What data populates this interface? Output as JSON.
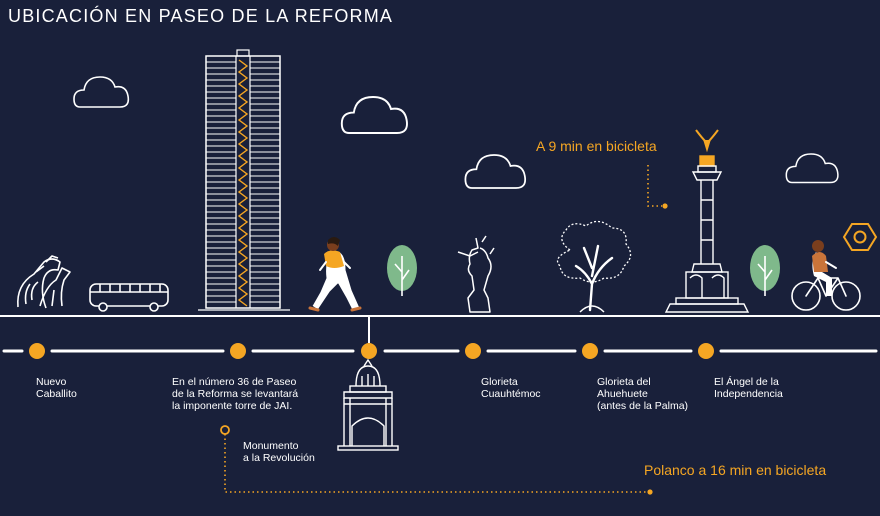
{
  "title": "UBICACIÓN EN PASEO DE LA REFORMA",
  "colors": {
    "background": "#19203a",
    "line": "#ffffff",
    "accent": "#f5a623",
    "leaf": "#7fb98b"
  },
  "stops": [
    {
      "lines": [
        "Nuevo",
        "Caballito"
      ]
    },
    {
      "lines": [
        "En el número 36 de Paseo",
        "de la Reforma se levantará",
        "la imponente torre de JAI."
      ]
    },
    {
      "lines": [
        "Monumento",
        "a la Revolución"
      ]
    },
    {
      "lines": [
        "Glorieta",
        "Cuauhtémoc"
      ]
    },
    {
      "lines": [
        "Glorieta del",
        "Ahuehuete",
        "(antes de la Palma)"
      ]
    },
    {
      "lines": [
        "El Ángel de la",
        "Independencia"
      ]
    }
  ],
  "notes": {
    "angel_bike": "A 9 min en bicicleta",
    "polanco_bike": "Polanco a 16 min en bicicleta"
  },
  "icons": [
    "cloud-icon",
    "horse-sculpture-icon",
    "bus-icon",
    "tower-icon",
    "walking-person-icon",
    "tree-icon",
    "statue-icon",
    "ahuehuete-tree-icon",
    "angel-column-icon",
    "cyclist-icon",
    "hexagon-icon",
    "monument-icon"
  ]
}
